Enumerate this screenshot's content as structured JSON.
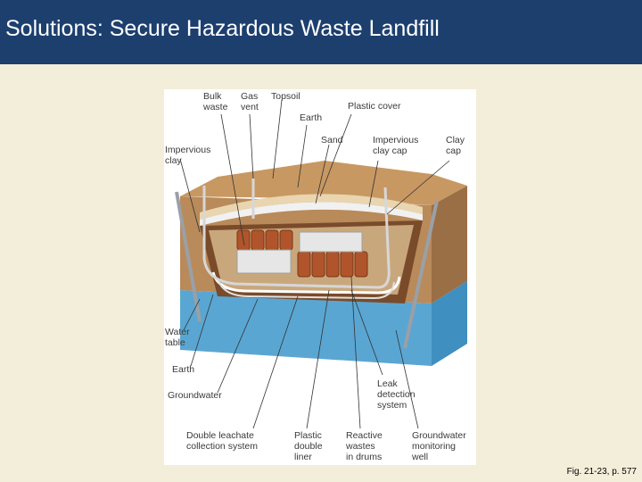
{
  "slide": {
    "title": "Solutions: Secure Hazardous Waste Landfill",
    "caption": "Fig. 21-23, p. 577"
  },
  "figure": {
    "labels": {
      "bulk_waste": "Bulk\nwaste",
      "gas_vent": "Gas\nvent",
      "topsoil": "Topsoil",
      "earth_top": "Earth",
      "plastic_cover": "Plastic cover",
      "sand": "Sand",
      "impervious_clay_cap": "Impervious\nclay cap",
      "clay_cap": "Clay\ncap",
      "impervious_clay": "Impervious\nclay",
      "water_table": "Water\ntable",
      "earth_bottom": "Earth",
      "groundwater": "Groundwater",
      "leak_detection_system": "Leak\ndetection\nsystem",
      "double_leachate": "Double leachate\ncollection system",
      "plastic_double_liner": "Plastic\ndouble\nliner",
      "reactive_wastes": "Reactive\nwastes\nin drums",
      "groundwater_monitoring_well": "Groundwater\nmonitoring\nwell"
    }
  }
}
